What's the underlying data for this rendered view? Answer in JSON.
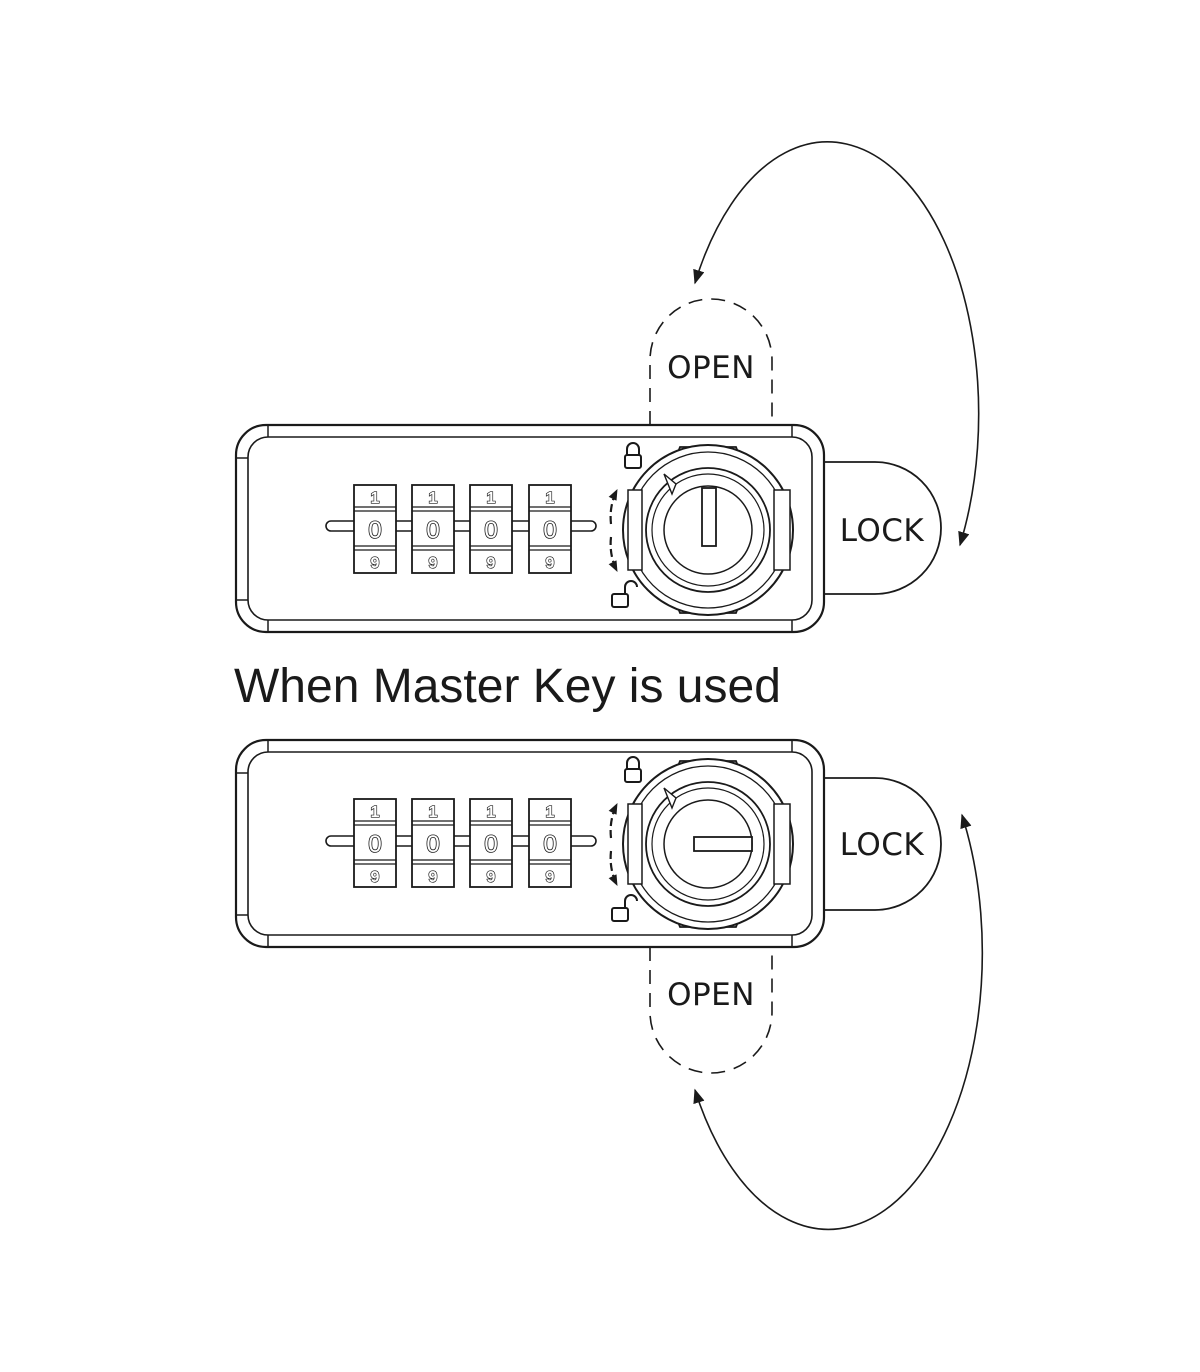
{
  "caption": "When Master Key is used",
  "top_lock": {
    "open_label": "OPEN",
    "lock_label": "LOCK",
    "wheels": [
      {
        "top": "1",
        "mid": "0",
        "bot": "9"
      },
      {
        "top": "1",
        "mid": "0",
        "bot": "9"
      },
      {
        "top": "1",
        "mid": "0",
        "bot": "9"
      },
      {
        "top": "1",
        "mid": "0",
        "bot": "9"
      }
    ],
    "key_orientation": "vertical",
    "rotation_direction": "counterclockwise-up"
  },
  "bottom_lock": {
    "open_label": "OPEN",
    "lock_label": "LOCK",
    "wheels": [
      {
        "top": "1",
        "mid": "0",
        "bot": "9"
      },
      {
        "top": "1",
        "mid": "0",
        "bot": "9"
      },
      {
        "top": "1",
        "mid": "0",
        "bot": "9"
      },
      {
        "top": "1",
        "mid": "0",
        "bot": "9"
      }
    ],
    "key_orientation": "horizontal",
    "rotation_direction": "clockwise-down"
  },
  "colors": {
    "line": "#1a1a1a",
    "background": "#ffffff"
  },
  "icons": [
    "locked-padlock-icon",
    "unlocked-padlock-icon",
    "rotation-arrow-icon"
  ]
}
